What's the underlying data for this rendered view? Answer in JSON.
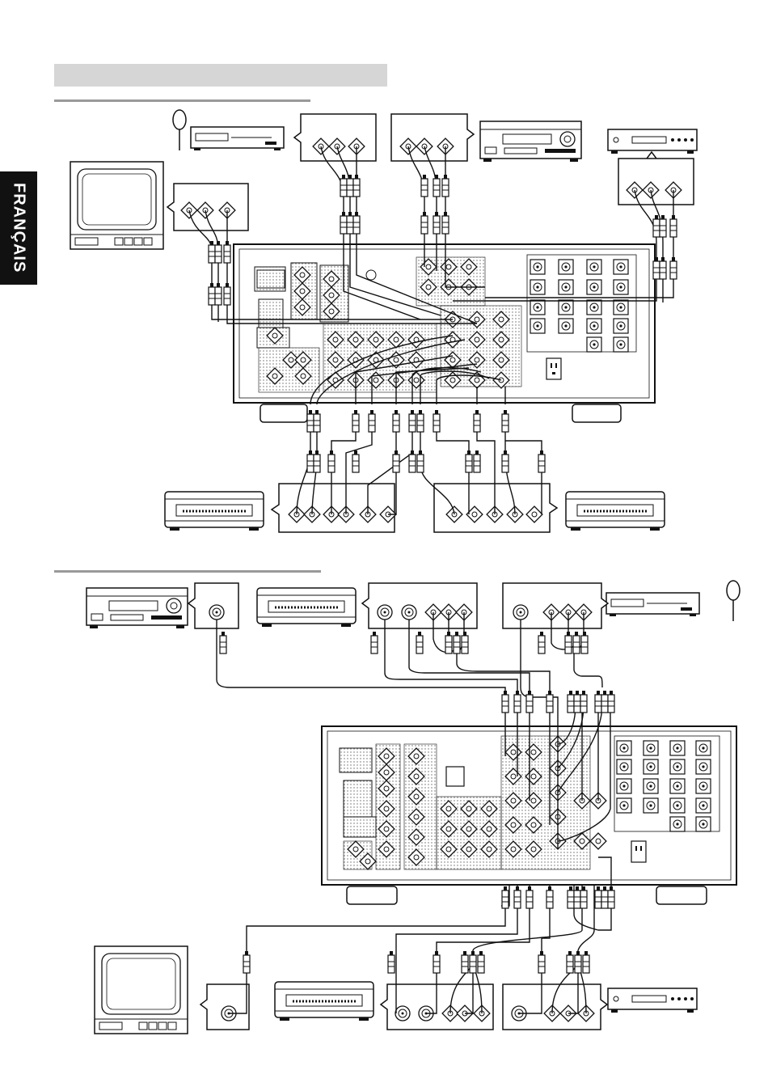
{
  "page": {
    "language_tab": "FRANÇAIS"
  },
  "colors": {
    "tab_background": "#111111",
    "tab_text": "#ffffff",
    "title_bar": "#d6d6d6",
    "rule": "#999999",
    "line": "#111111"
  },
  "diagrams": [
    {
      "id": "top-connection-diagram",
      "devices": [
        "antenna-icon",
        "tuner-icon",
        "tv-monitor-icon",
        "cd-player-icon",
        "dvd-player-icon",
        "vcr-icon",
        "vcr-icon"
      ]
    },
    {
      "id": "bottom-connection-diagram",
      "devices": [
        "cd-player-icon",
        "vcr-icon",
        "tuner-icon",
        "antenna-icon",
        "tv-monitor-icon",
        "vcr-icon",
        "dvd-player-icon"
      ]
    }
  ]
}
